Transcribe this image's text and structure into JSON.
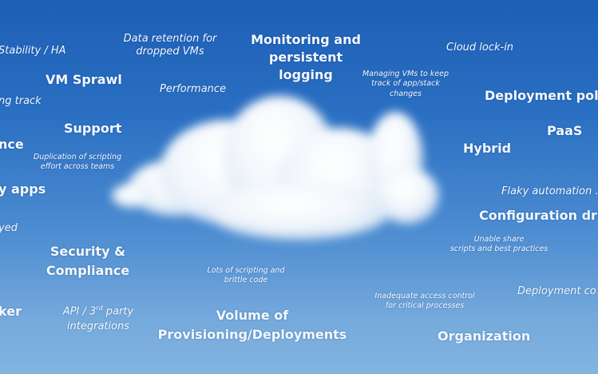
{
  "labels": {
    "stability_ha": "Stability /  HA",
    "data_retention": [
      "Data retention for",
      "dropped VMs"
    ],
    "monitoring": [
      "Monitoring and",
      "persistent",
      "logging"
    ],
    "cloud_lockin": "Cloud lock-in",
    "vm_sprawl": "VM Sprawl",
    "performance": "Performance",
    "managing_vms": [
      "Managing VMs to keep",
      "track of app/stack",
      "changes"
    ],
    "deployment_poli": "Deployment poli",
    "ng_track": "ng track",
    "support": "Support",
    "paas": "PaaS",
    "nce": "nce",
    "hybrid": "Hybrid",
    "duplication": [
      "Duplication of scripting",
      "effort across teams"
    ],
    "y_apps": "y apps",
    "flaky": "Flaky automation .",
    "config_dri": "Configuration dri",
    "yed": "yed",
    "unable_share": [
      "Unable share",
      "scripts and best practices"
    ],
    "security": [
      "Security &",
      "Compliance"
    ],
    "lots_scripting": [
      "Lots of scripting and",
      "brittle code"
    ],
    "deployment_co": "Deployment co",
    "inadequate": [
      "Inadequate access control",
      "for critical processes"
    ],
    "ker": "ker",
    "api": [
      "API / 3",
      "rd",
      " party",
      "integrations"
    ],
    "volume": [
      "Volume of",
      "Provisioning/Deployments"
    ],
    "organization": "Organization"
  }
}
